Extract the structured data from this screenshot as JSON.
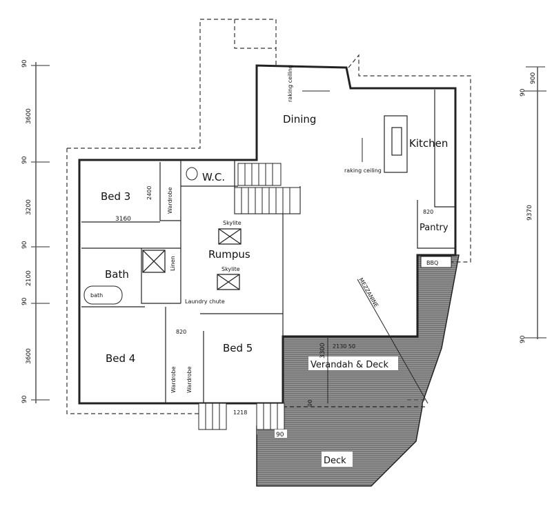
{
  "rooms": {
    "dining": "Dining",
    "kitchen": "Kitchen",
    "wc": "W.C.",
    "bed3": "Bed 3",
    "rumpus": "Rumpus",
    "bath": "Bath",
    "bathtub": "bath",
    "bed4": "Bed 4",
    "bed5": "Bed 5",
    "pantry": "Pantry",
    "bbq": "BBQ",
    "verandah": "Verandah & Deck",
    "deck": "Deck"
  },
  "annotations": {
    "mezzanine": "MEZZANINE",
    "skylite_1": "Skylite",
    "skylite_2": "Skylite",
    "laundry_chute": "Laundry chute",
    "raking_ceiling_1": "raking ceiling",
    "raking_ceiling_2": "raking ceiling",
    "wardrobe_1": "Wardrobe",
    "wardrobe_2": "Wardrobe",
    "wardrobe_3": "Wardrobe",
    "linen": "Linen"
  },
  "dimensions": {
    "left": [
      "90",
      "3600",
      "90",
      "3200",
      "90",
      "2100",
      "90",
      "3600",
      "90"
    ],
    "right": [
      "900",
      "90",
      "9370",
      "90"
    ],
    "bed3_width": "3160",
    "wardrobe_width": "2400",
    "pantry_door": "820",
    "wardrobe_door": "820",
    "verandah_depth": "3300",
    "verandah_span": "2130 50",
    "stair_landing": "1218",
    "deck_post": "90",
    "verandah_post": "90"
  },
  "colors": {
    "line": "#222222",
    "deck_fill": "#8a8a8a"
  }
}
